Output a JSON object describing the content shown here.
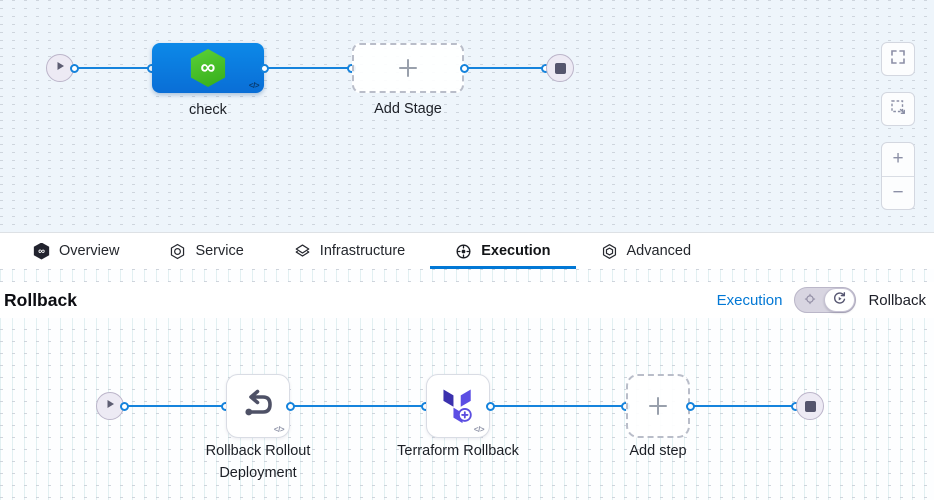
{
  "icons": {
    "infinity": "∞",
    "code": "</>",
    "zoom_in": "+",
    "zoom_out": "−"
  },
  "pipeline": {
    "stage_label": "check",
    "add_stage_label": "Add Stage"
  },
  "tabs": [
    {
      "label": "Overview",
      "icon": "harness-logo-icon",
      "active": false
    },
    {
      "label": "Service",
      "icon": "service-icon",
      "active": false
    },
    {
      "label": "Infrastructure",
      "icon": "infrastructure-icon",
      "active": false
    },
    {
      "label": "Execution",
      "icon": "execution-icon",
      "active": true
    },
    {
      "label": "Advanced",
      "icon": "advanced-icon",
      "active": false
    }
  ],
  "rollback": {
    "heading": "Rollback",
    "execution_link": "Execution",
    "toggle_right_label": "Rollback",
    "steps": [
      {
        "label": "Rollback Rollout Deployment",
        "icon": "rollback-undo-icon"
      },
      {
        "label": "Terraform Rollback",
        "icon": "terraform-icon"
      }
    ],
    "add_step_label": "Add step"
  },
  "colors": {
    "accent_blue": "#0278d5",
    "edge_blue": "#1583dc",
    "stage_blue": "#0b82e2",
    "harness_green": "#42ba24",
    "terraform_purple": "#5c4ee4",
    "canvas_top_bg": "#eef5fb"
  }
}
